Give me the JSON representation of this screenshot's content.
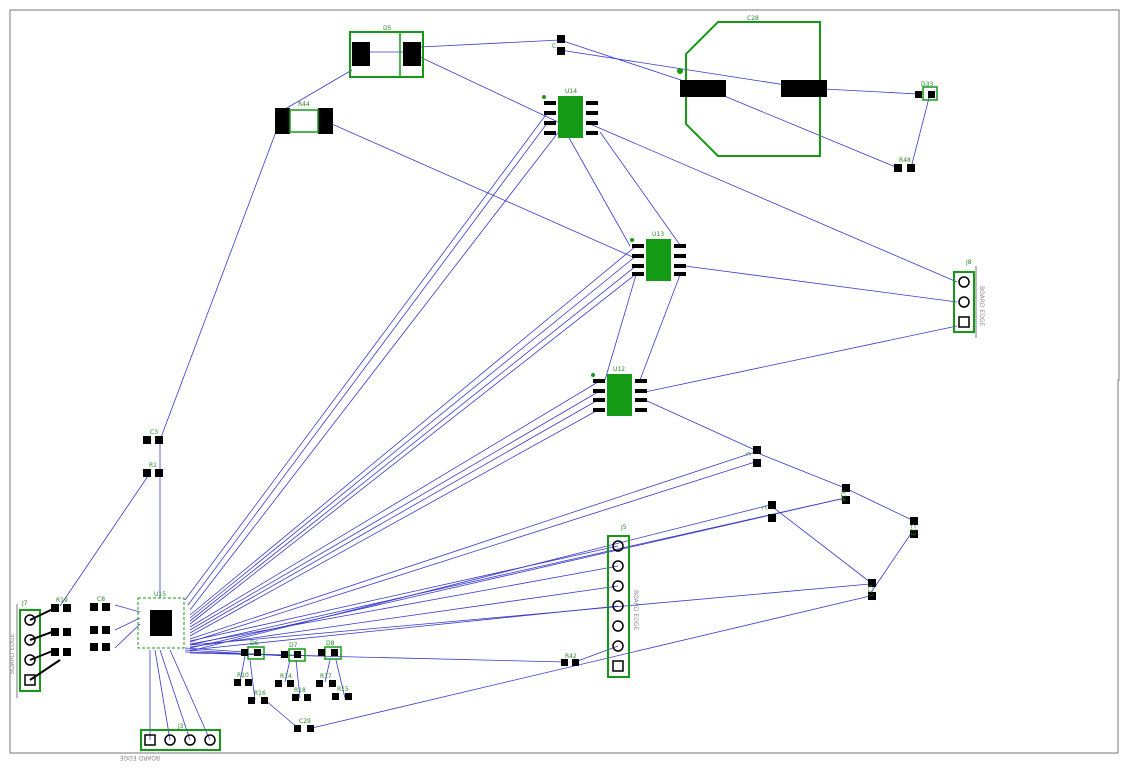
{
  "colors": {
    "ratsnest": "#3a3acc",
    "silk": "#159a15",
    "pad": "#000000",
    "outline": "#777777",
    "background": "#ffffff"
  },
  "labels": {
    "d5": "D5",
    "c_top": "C",
    "c28": "C28",
    "d33": "D33",
    "r44": "R44",
    "u14": "U14",
    "r48": "R48",
    "u13": "U13",
    "j8": "J8",
    "u12": "U12",
    "c3": "C3",
    "r1": "R1",
    "c_mid1": "C",
    "r26": "R26",
    "c_mid2": "C",
    "c23": "C23",
    "c27": "C27",
    "j5": "J5",
    "j7": "J7",
    "r19": "R19",
    "c8": "C8",
    "u15": "U15",
    "d6": "D6",
    "d7": "D7",
    "d8": "D8",
    "r10": "R10",
    "r14": "R14",
    "r17": "R17",
    "r15": "R15",
    "r16": "R16",
    "r18": "R18",
    "r42": "R42",
    "c29": "C29",
    "j3": "J3"
  },
  "edge_marks": {
    "j8": "BOARD EDGE",
    "j5": "BOARD EDGE",
    "j7": "BOARD EDGE",
    "j3": "BOARD EDGE"
  }
}
